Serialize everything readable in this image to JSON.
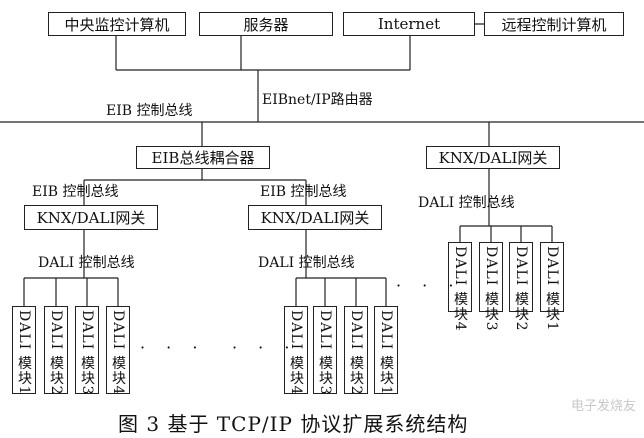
{
  "top_nodes": {
    "central": "中央监控计算机",
    "server": "服务器",
    "internet": "Internet",
    "remote": "远程控制计算机"
  },
  "router_label": "EIBnet/IP路由器",
  "eib_bus_main": "EIB 控制总线",
  "coupler": "EIB总线耦合器",
  "gateway_right": "KNX/DALI网关",
  "dali_bus_right": "DALI 控制总线",
  "branch_left": {
    "eib_bus": "EIB 控制总线",
    "gateway": "KNX/DALI网关",
    "dali_bus": "DALI 控制总线"
  },
  "branch_mid": {
    "eib_bus": "EIB 控制总线",
    "gateway": "KNX/DALI网关",
    "dali_bus": "DALI 控制总线"
  },
  "modules_left": [
    "DALI 模块1",
    "DALI 模块2",
    "DALI 模块3",
    "DALI 模块4"
  ],
  "modules_mid": [
    "DALI 模块4",
    "DALI 模块3",
    "DALI 模块2",
    "DALI 模块1"
  ],
  "modules_right": [
    "DALI 模块4",
    "DALI 模块3",
    "DALI 模块2",
    "DALI 模块1"
  ],
  "ellipsis": "· · ·",
  "caption": "图 3   基于 TCP/IP 协议扩展系统结构",
  "watermark": "电子发烧友"
}
